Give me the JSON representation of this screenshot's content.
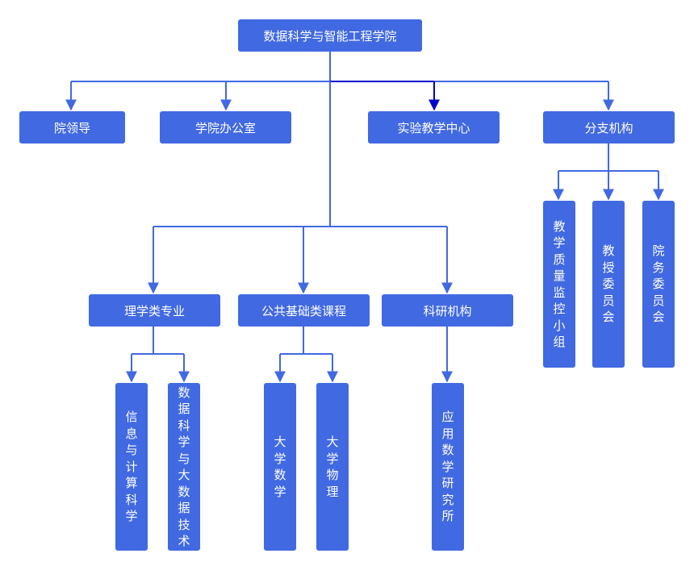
{
  "colors": {
    "node_fill": "#4169e1",
    "line": "#4169e1",
    "line_highlight": "#0000cd",
    "text": "#ffffff"
  },
  "root": {
    "label": "数据科学与智能工程学院"
  },
  "level1": [
    {
      "label": "院领导"
    },
    {
      "label": "学院办公室"
    },
    {
      "label": "实验教学中心"
    },
    {
      "label": "分支机构"
    }
  ],
  "branch": [
    {
      "label": "教学质量监控小组"
    },
    {
      "label": "教授委员会"
    },
    {
      "label": "院务委员会"
    }
  ],
  "level2": [
    {
      "label": "理学类专业"
    },
    {
      "label": "公共基础类课程"
    },
    {
      "label": "科研机构"
    }
  ],
  "majors": [
    {
      "label": "信息与计算科学"
    },
    {
      "label": "数据科学与大数据技术"
    }
  ],
  "courses": [
    {
      "label": "大学数学"
    },
    {
      "label": "大学物理"
    }
  ],
  "research": [
    {
      "label": "应用数学研究所"
    }
  ]
}
